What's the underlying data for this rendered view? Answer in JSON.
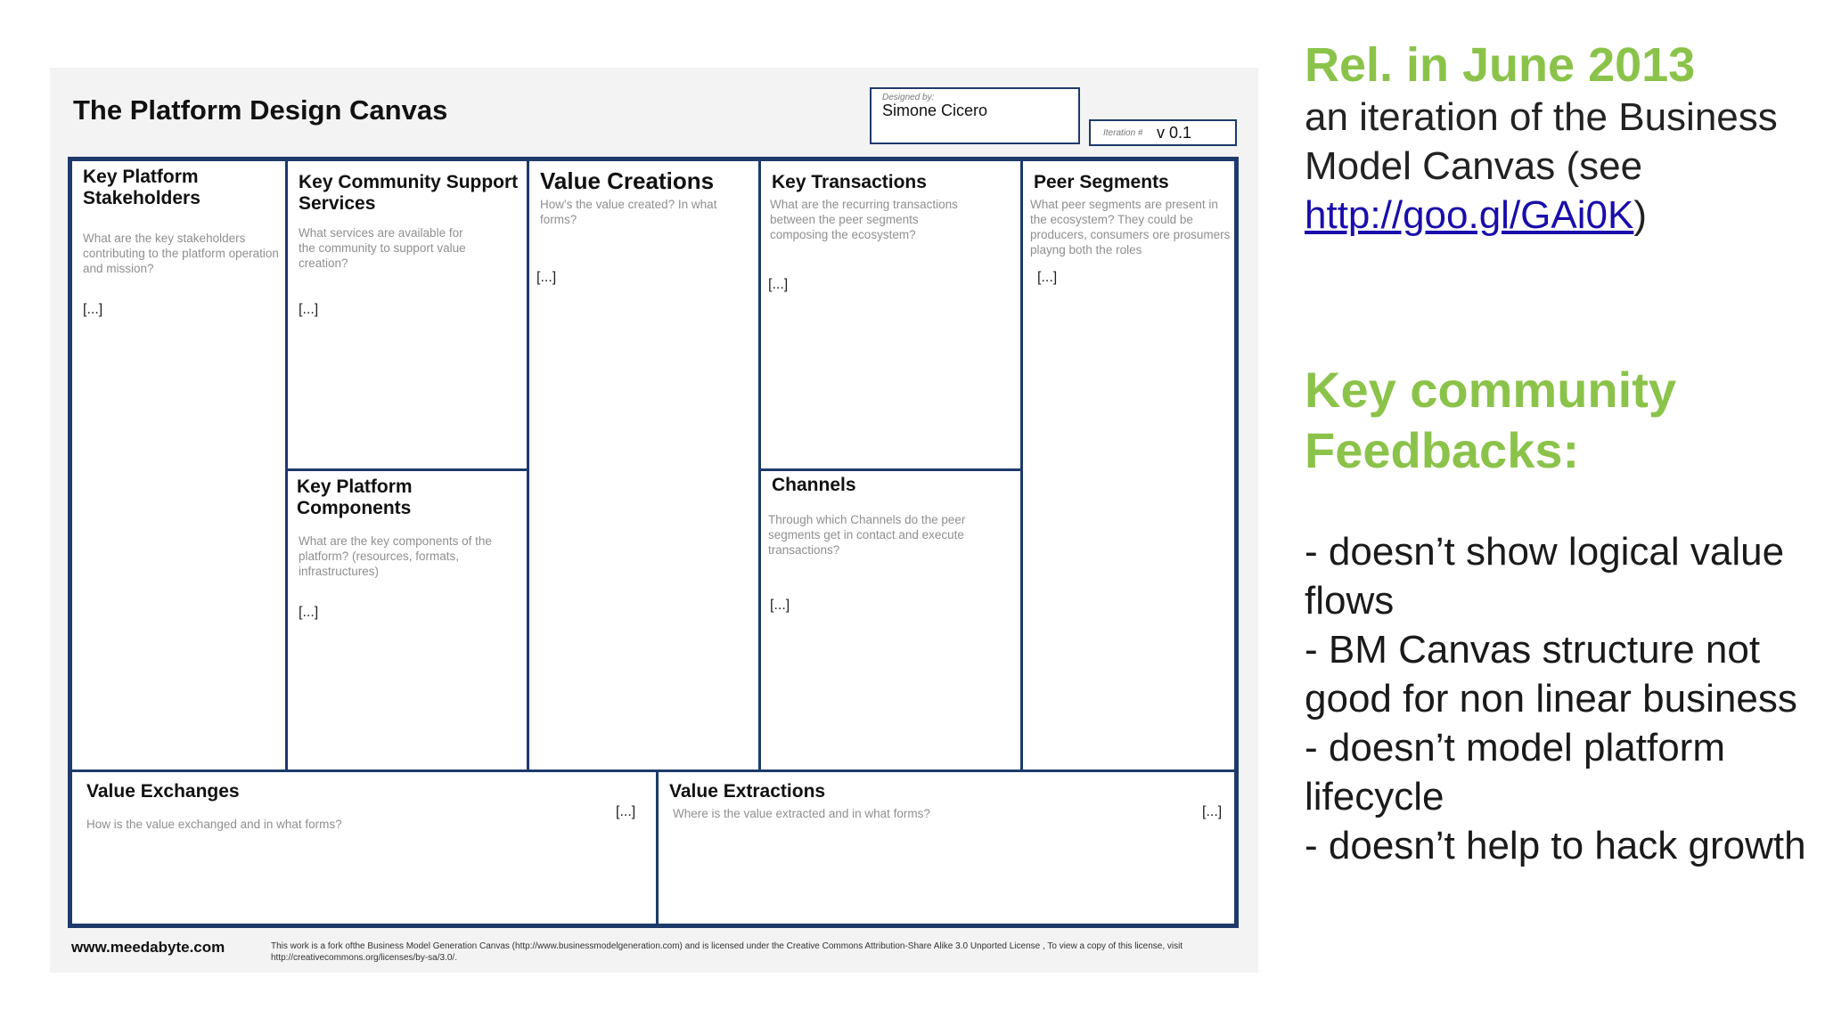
{
  "canvas": {
    "title": "The Platform Design Canvas",
    "designed_by_label": "Designed by:",
    "designed_by": "Simone Cicero",
    "iteration_label": "Iteration #",
    "iteration": "v 0.1",
    "placeholder": "[...]",
    "cells": {
      "stakeholders": {
        "title": "Key Platform Stakeholders",
        "description": "What are the key stakeholders contributing to the platform operation and mission?"
      },
      "support_services": {
        "title": "Key Community Support Services",
        "description": "What services are available for the community to support value creation?"
      },
      "components": {
        "title": "Key Platform Components",
        "description": "What are the key components of the platform? (resources, formats, infrastructures)"
      },
      "value_creations": {
        "title": "Value Creations",
        "description": "How's the value created? In what forms?"
      },
      "transactions": {
        "title": "Key Transactions",
        "description": "What are the recurring transactions between the peer segments composing the ecosystem?"
      },
      "channels": {
        "title": "Channels",
        "description": "Through which Channels do the peer segments get in contact and execute transactions?"
      },
      "peer_segments": {
        "title": "Peer Segments",
        "description": "What peer segments are present in the ecosystem? They could be producers, consumers ore prosumers playng both the roles"
      },
      "value_exchanges": {
        "title": "Value Exchanges",
        "description": "How is the value exchanged and in what forms?"
      },
      "value_extractions": {
        "title": "Value Extractions",
        "description": "Where is the value extracted and in what forms?"
      }
    },
    "footer_url": "www.meedabyte.com",
    "footer_license": "This work is a fork ofthe Business Model Generation Canvas (http://www.businessmodelgeneration.com) and is licensed under the Creative Commons Attribution-Share Alike 3.0 Unported License , To view a copy of this license, visit http://creativecommons.org/licenses/by-sa/3.0/."
  },
  "side": {
    "release_heading": "Rel. in June 2013",
    "release_text_before": "an iteration of the Business Model Canvas (see ",
    "release_link": "http://goo.gl/GAi0K",
    "release_text_after": ")",
    "feedback_heading": "Key community Feedbacks:",
    "feedbacks": [
      "- doesn’t show logical value flows",
      "- BM Canvas structure not good for non linear business",
      "- doesn’t model  platform lifecycle",
      "- doesn’t help to hack growth"
    ]
  },
  "colors": {
    "accent_green": "#8bc34a",
    "canvas_border": "#1e3a6a",
    "link": "#1a0dab"
  }
}
